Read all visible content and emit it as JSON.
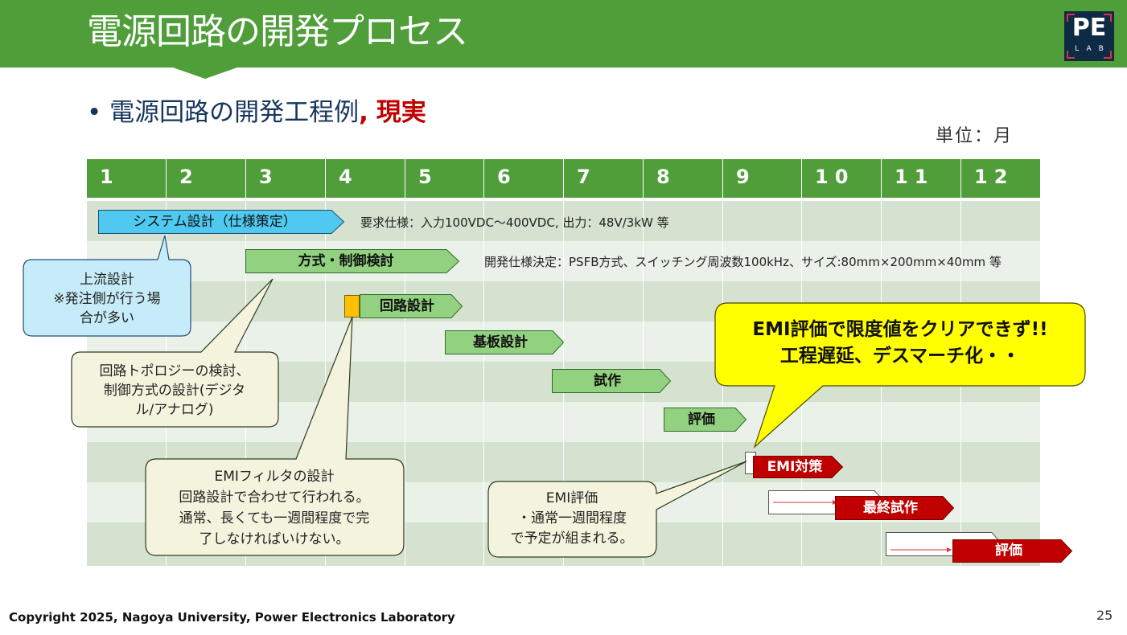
{
  "slide": {
    "title": "電源回路の開発プロセス",
    "subtitle_bullet": "•",
    "subtitle_main": "電源回路の開発工程例",
    "subtitle_sep": ",",
    "subtitle_emph": "現実",
    "unit": "単位：月",
    "logo_main": "PE",
    "logo_sub": "LAB",
    "copyright": "Copyright 2025, Nagoya University, Power Electronics Laboratory",
    "page_number": "25"
  },
  "months": [
    "1",
    "2",
    "3",
    "4",
    "5",
    "6",
    "7",
    "8",
    "9",
    "10",
    "11",
    "12"
  ],
  "tasks": {
    "system": "システム設計（仕様策定）",
    "method": "方式・制御検討",
    "circuit": "回路設計",
    "board": "基板設計",
    "proto": "試作",
    "eval": "評価",
    "emi": "EMI対策",
    "final_proto": "最終試作",
    "final_eval": "評価"
  },
  "notes": {
    "req_spec": "要求仕様：入力100VDC〜400VDC, 出力：48V/3kW 等",
    "dev_spec": "開発仕様決定：PSFB方式、スイッチング周波数100kHz、サイズ:80mm×200mm×40mm 等"
  },
  "callouts": {
    "upstream": [
      "上流設計",
      "※発注側が行う場",
      "合が多い"
    ],
    "topology": [
      "回路トポロジーの検討、",
      "制御方式の設計(デジタ",
      "ル/アナログ)"
    ],
    "emi_filter": [
      "EMIフィルタの設計",
      "回路設計で合わせて行われる。",
      "通常、長くても一週間程度で完",
      "了しなければいけない。"
    ],
    "emi_eval": [
      "EMI評価",
      "・通常一週間程度",
      "で予定が組まれる。"
    ],
    "warning": [
      "EMI評価で限度値をクリアできず!!",
      "工程遅延、デスマーチ化・・"
    ]
  },
  "colors": {
    "header_green": "#4f9e3a",
    "task_green": "#92d17f",
    "task_red": "#c00000",
    "system_blue": "#4fc9f0",
    "callout_beige": "#f4f4de",
    "callout_blue": "#c7ecf9",
    "warning_yellow": "#ffff00",
    "filter_orange": "#ffc000"
  }
}
